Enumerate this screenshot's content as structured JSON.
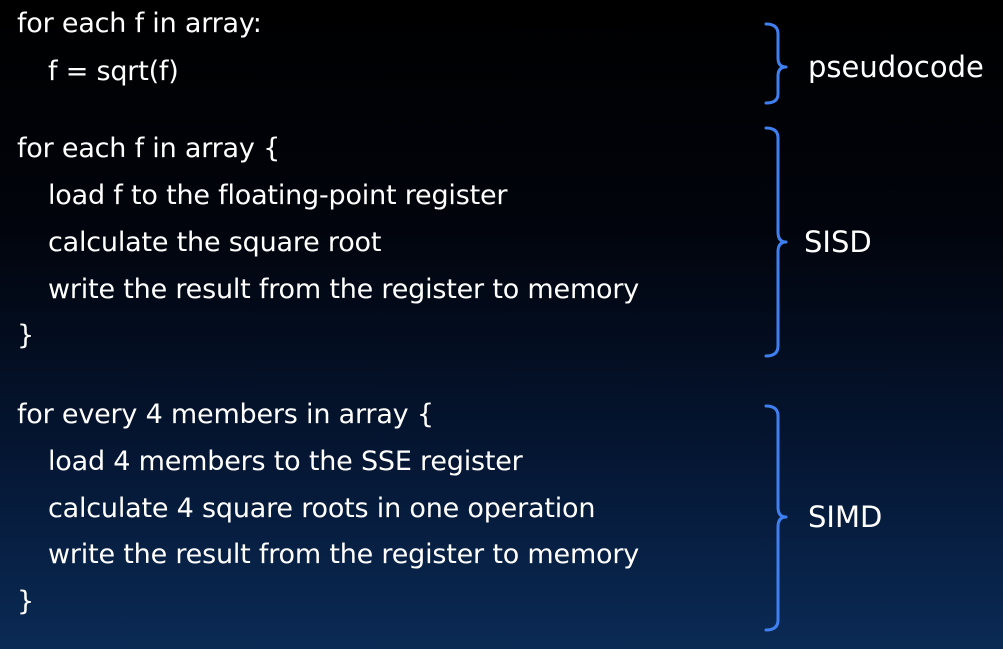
{
  "blocks": [
    {
      "name": "pseudocode",
      "label": "pseudocode",
      "lines": [
        "for each f in array:",
        "f = sqrt(f)"
      ]
    },
    {
      "name": "sisd",
      "label": "SISD",
      "lines": [
        "for each f in array {",
        "load f to the floating-point register",
        "calculate the square root",
        "write the result from the register to memory",
        "}"
      ]
    },
    {
      "name": "simd",
      "label": "SIMD",
      "lines": [
        "for every 4 members in array {",
        "load 4 members to the SSE register",
        "calculate 4 square roots in one operation",
        "write the result from the register to memory",
        "}"
      ]
    }
  ]
}
